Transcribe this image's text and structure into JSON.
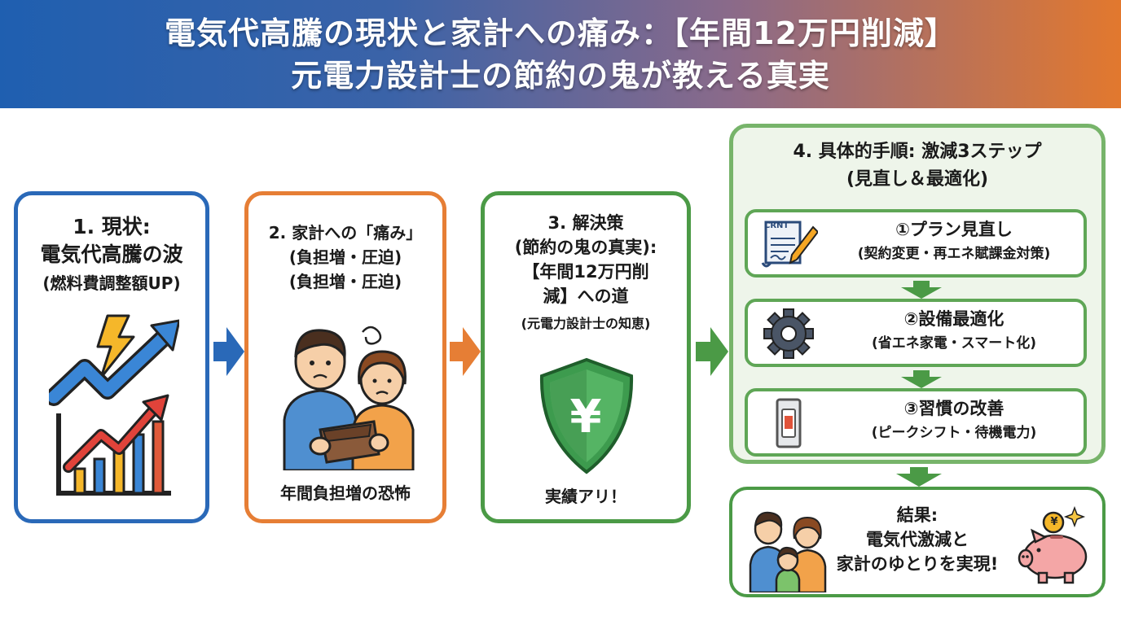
{
  "header": {
    "line1": "電気代高騰の現状と家計への痛み：【年間12万円削減】",
    "line2": "元電力設計士の節約の鬼が教える真実"
  },
  "panel1": {
    "title": "1. 現状:",
    "subtitle": "電気代高騰の波",
    "note": "(燃料費調整額UP)",
    "colors": {
      "border": "#2a69b8",
      "arrow": "#2a69b8"
    }
  },
  "panel2": {
    "title": "2. 家計への「痛み」",
    "line2": "(負担増・圧迫)",
    "line3": "(負担増・圧迫)",
    "caption": "年間負担増の恐怖",
    "colors": {
      "border": "#e67e35"
    }
  },
  "panel3": {
    "title": "3. 解決策",
    "line2": "(節約の鬼の真実):",
    "line3": "【年間12万円削",
    "line4": "減】への道",
    "note": "(元電力設計士の知恵)",
    "shield_glyph": "¥",
    "caption": "実績アリ！",
    "colors": {
      "border": "#4b9a46",
      "shield": "#3d9b4e"
    }
  },
  "panel4": {
    "title": "4. 具体的手順: 激減3ステップ",
    "subtitle": "(見直し＆最適化)",
    "steps": [
      {
        "label": "①プラン見直し",
        "detail": "(契約変更・再エネ賦課金対策)",
        "icon": "contract-document-icon",
        "doc_text": "CRNT"
      },
      {
        "label": "②設備最適化",
        "detail": "(省エネ家電・スマート化)",
        "icon": "gear-icon"
      },
      {
        "label": "③習慣の改善",
        "detail": "(ピークシフト・待機電力)",
        "icon": "light-switch-icon"
      }
    ]
  },
  "result": {
    "title": "結果:",
    "line2": "電気代激減と",
    "line3": "家計のゆとりを実現!",
    "coin_glyph": "¥"
  }
}
